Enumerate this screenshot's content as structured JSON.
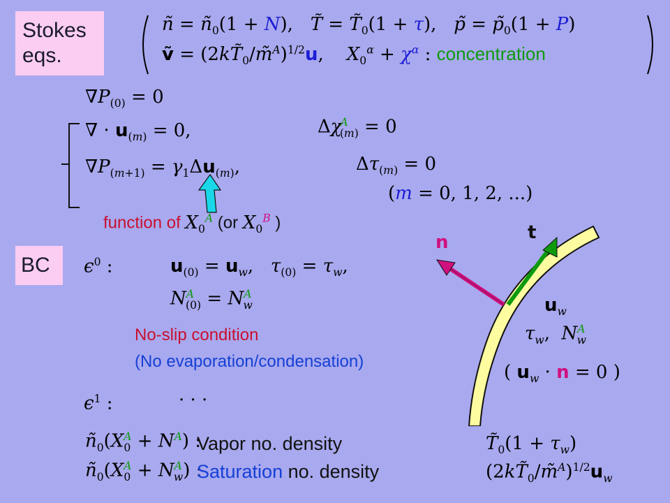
{
  "labels": {
    "stokes_line1": "Stokes",
    "stokes_line2": "eqs.",
    "bc": "BC"
  },
  "header": {
    "concentration_word": "concentration"
  },
  "annotations": {
    "function_of": "function of",
    "or_open": "(or",
    "or_close": ")",
    "no_slip": "No-slip condition",
    "no_evap": "(No evaporation/condensation)",
    "vapor": "Vapor no. density",
    "saturation_word": "Saturation",
    "saturation_rest": " no. density",
    "m_range": "= 0, 1, 2, ...)"
  },
  "diagram": {
    "n_label": "n",
    "t_label": "t"
  },
  "colors": {
    "background": "#a9a9ef",
    "label_box": "#fbcdf2",
    "blue_var": "#1d1dd6",
    "green_var": "#0e9a0e",
    "magenta": "#d0107f",
    "wall_fill": "#fdfca0",
    "annotation_red": "#c8102e",
    "annotation_blue": "#1540d6",
    "arrow_cyan": "#19d7e8"
  }
}
